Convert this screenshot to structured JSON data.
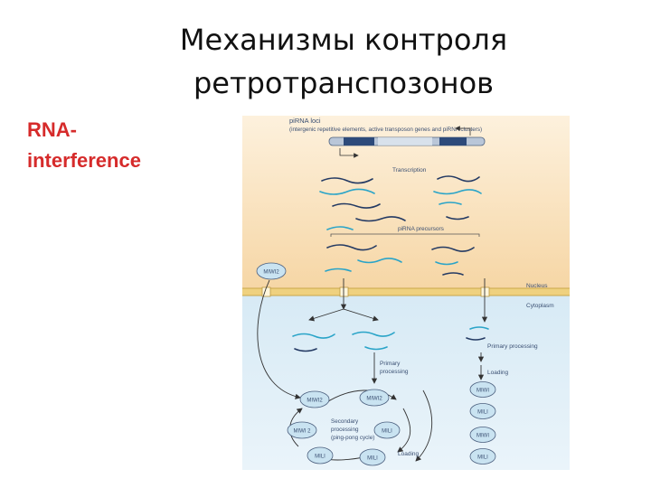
{
  "slide": {
    "title_line1": "Механизмы контроля",
    "title_line2": "ретротранспозонов",
    "side_label_line1": "RNA-",
    "side_label_line2": "interference"
  },
  "figure": {
    "loci_title": "piRNA loci",
    "loci_subtitle": "(intergenic repetitive elements, active transposon genes and piRNA clusters)",
    "transcription": "Transcription",
    "precursors": "piRNA precursors",
    "nucleus": "Nucleus",
    "cytoplasm": "Cytoplasm",
    "miwi2_nucleus": "MIWI2",
    "primary_processing_right": "Primary processing",
    "loading_right": "Loading",
    "primary_processing_center_1": "Primary",
    "primary_processing_center_2": "processing",
    "secondary_1": "Secondary",
    "secondary_2": "processing",
    "secondary_3": "(ping-pong cycle)",
    "loading_bottom": "Loading",
    "nodes": {
      "miwi2_a": "MIWI2",
      "miwi2_b": "MIWI2",
      "miwi2_c": "MIWI 2",
      "mili_a": "MILI",
      "mili_b": "MILI",
      "mili_c": "MILI"
    },
    "stack": [
      "MIWI",
      "MILI",
      "MIWI",
      "MILI"
    ],
    "colors": {
      "nucleus_top": "#fbe7cb",
      "nucleus_bottom": "#f7d7a8",
      "cytoplasm": "#dcecf5",
      "membrane": "#f1d58a",
      "rna_dark": "#243a63",
      "rna_light": "#2aa4c8",
      "node_fill": "#c9e3f1",
      "text": "#3a4f72"
    }
  }
}
